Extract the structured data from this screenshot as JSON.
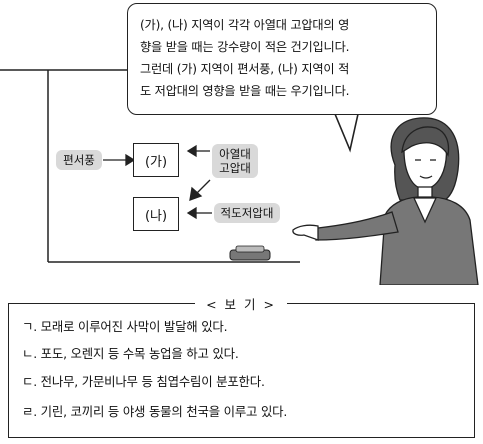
{
  "speech": {
    "line1": "(가), (나) 지역이 각각 아열대 고압대의 영",
    "line2": "향을 받을 때는 강수량이 적은 건기입니다.",
    "line3": "그런데 (가) 지역이 편서풍, (나) 지역이 적",
    "line4": "도 저압대의 영향을 받을 때는 우기입니다."
  },
  "diagram": {
    "westerlies": "편서풍",
    "box_ga": "(가)",
    "box_na": "(나)",
    "subtropical_line1": "아열대",
    "subtropical_line2": "고압대",
    "equatorial_low": "적도저압대"
  },
  "bogi": {
    "title": "< 보 기 >",
    "items": [
      "ㄱ. 모래로 이루어진 사막이 발달해 있다.",
      "ㄴ. 포도, 오렌지 등 수목 농업을 하고 있다.",
      "ㄷ. 전나무, 가문비나무 등 침엽수림이 분포한다.",
      "ㄹ. 기린, 코끼리 등 야생 동물의 천국을 이루고 있다."
    ]
  }
}
